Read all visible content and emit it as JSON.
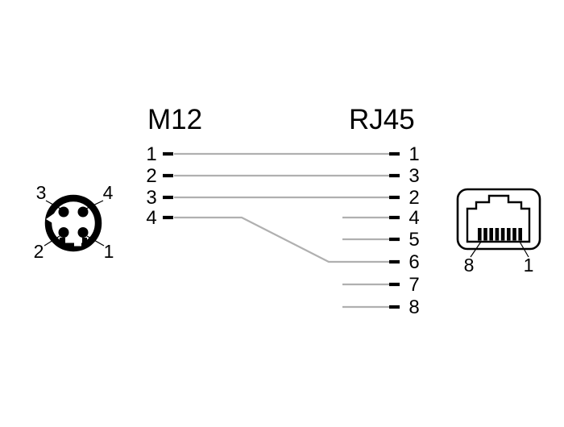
{
  "diagram": {
    "headers": {
      "left": "M12",
      "right": "RJ45"
    },
    "m12_connector": {
      "pins": [
        {
          "label": "3",
          "position": "top-left"
        },
        {
          "label": "4",
          "position": "top-right"
        },
        {
          "label": "2",
          "position": "bottom-left"
        },
        {
          "label": "1",
          "position": "bottom-right"
        }
      ]
    },
    "rj45_connector": {
      "contact_count": 8,
      "pins": [
        {
          "label": "8",
          "position": "left"
        },
        {
          "label": "1",
          "position": "right"
        }
      ]
    },
    "wiring": {
      "m12_rows": [
        "1",
        "2",
        "3",
        "4"
      ],
      "rj45_rows": [
        "1",
        "3",
        "2",
        "4",
        "5",
        "6",
        "7",
        "8"
      ],
      "connections": [
        {
          "m12": "1",
          "rj45": "1"
        },
        {
          "m12": "2",
          "rj45": "3"
        },
        {
          "m12": "3",
          "rj45": "2"
        },
        {
          "m12": "4",
          "rj45": "6"
        }
      ]
    },
    "colors": {
      "ink": "#000000",
      "wire": "#b0b0b0",
      "background": "#ffffff"
    }
  }
}
